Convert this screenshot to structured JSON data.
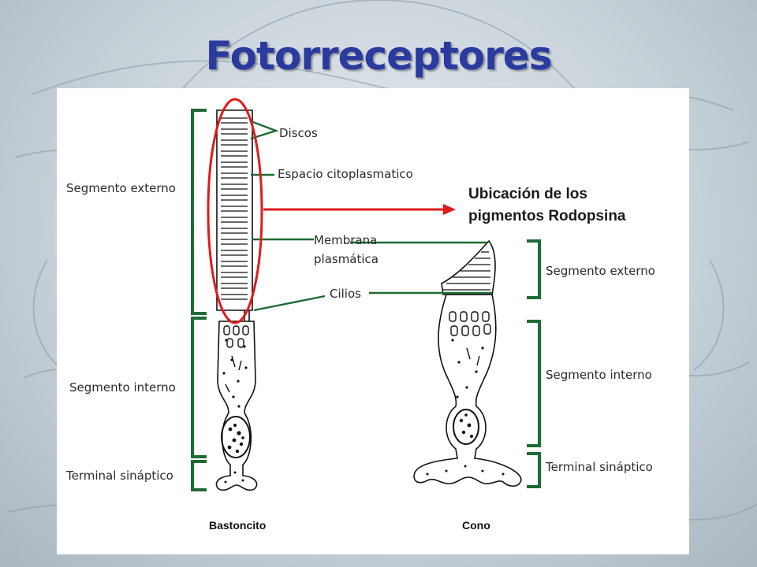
{
  "slide": {
    "title": "Fotorreceptores"
  },
  "diagram": {
    "left_labels": {
      "outer": "Segmento externo",
      "inner": "Segmento interno",
      "terminal": "Terminal sináptico"
    },
    "right_labels": {
      "outer": "Segmento externo",
      "inner": "Segmento interno",
      "terminal": "Terminal sináptico"
    },
    "center_labels": {
      "discos": "Discos",
      "espacio": "Espacio citoplasmatico",
      "membrana_1": "Membrana",
      "membrana_2": "plasmática",
      "cilios": "Cilios"
    },
    "cell_labels": {
      "rod": "Bastoncito",
      "cone": "Cono"
    },
    "annotation": {
      "line1": "Ubicación de los",
      "line2": "pigmentos Rodopsina"
    },
    "colors": {
      "bracket_green": "#1f6b35",
      "highlight_red": "#e01b1b",
      "title_blue": "#2a3a9e"
    }
  }
}
